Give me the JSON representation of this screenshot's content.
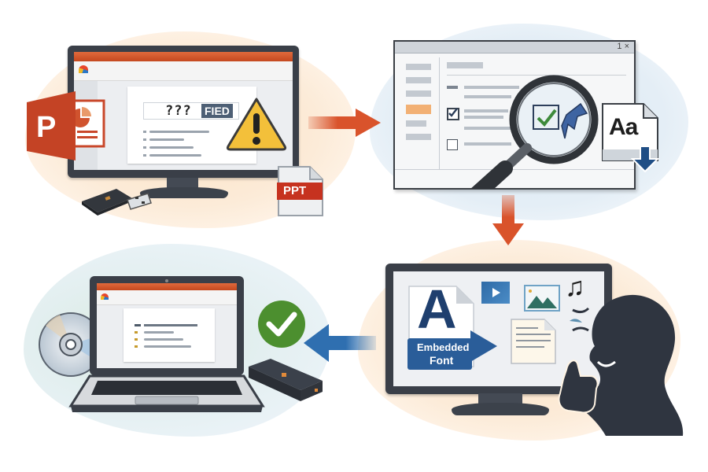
{
  "diagram": {
    "type": "process-flow",
    "steps": [
      {
        "id": "problem",
        "position": "top-left",
        "slide_heading_missing": "???",
        "slide_heading_visible": "FIED",
        "file_badge": "PPT",
        "icons": [
          "powerpoint-logo-icon",
          "warning-icon",
          "usb-drive-icon",
          "ppt-file-icon"
        ]
      },
      {
        "id": "options-dialog",
        "position": "top-right",
        "window_controls": "1 ×",
        "font_badge": "Aa",
        "icons": [
          "magnifier-icon",
          "checkbox-checked-icon",
          "font-file-download-icon"
        ]
      },
      {
        "id": "embedded-result",
        "position": "bottom-right",
        "badge_line1": "Embedded",
        "badge_line2": "Font",
        "font_letter": "A",
        "icons": [
          "video-icon",
          "image-icon",
          "music-note-icon",
          "document-icon",
          "person-thumbs-up-icon"
        ]
      },
      {
        "id": "portable-success",
        "position": "bottom-left",
        "icons": [
          "cd-disc-icon",
          "laptop-icon",
          "success-check-icon",
          "external-drive-icon"
        ]
      }
    ],
    "arrows": [
      {
        "from": "problem",
        "to": "options-dialog",
        "direction": "right",
        "color": "#d9532b"
      },
      {
        "from": "options-dialog",
        "to": "embedded-result",
        "direction": "down",
        "color": "#d9532b"
      },
      {
        "from": "embedded-result",
        "to": "portable-success",
        "direction": "left",
        "color": "#2f6fb0"
      }
    ],
    "colors": {
      "ppt_orange": "#c9472a",
      "warning_yellow": "#f3c03a",
      "embed_blue": "#1f4e85",
      "success_green": "#4c8f2f",
      "dark_device": "#3a3f48"
    }
  }
}
